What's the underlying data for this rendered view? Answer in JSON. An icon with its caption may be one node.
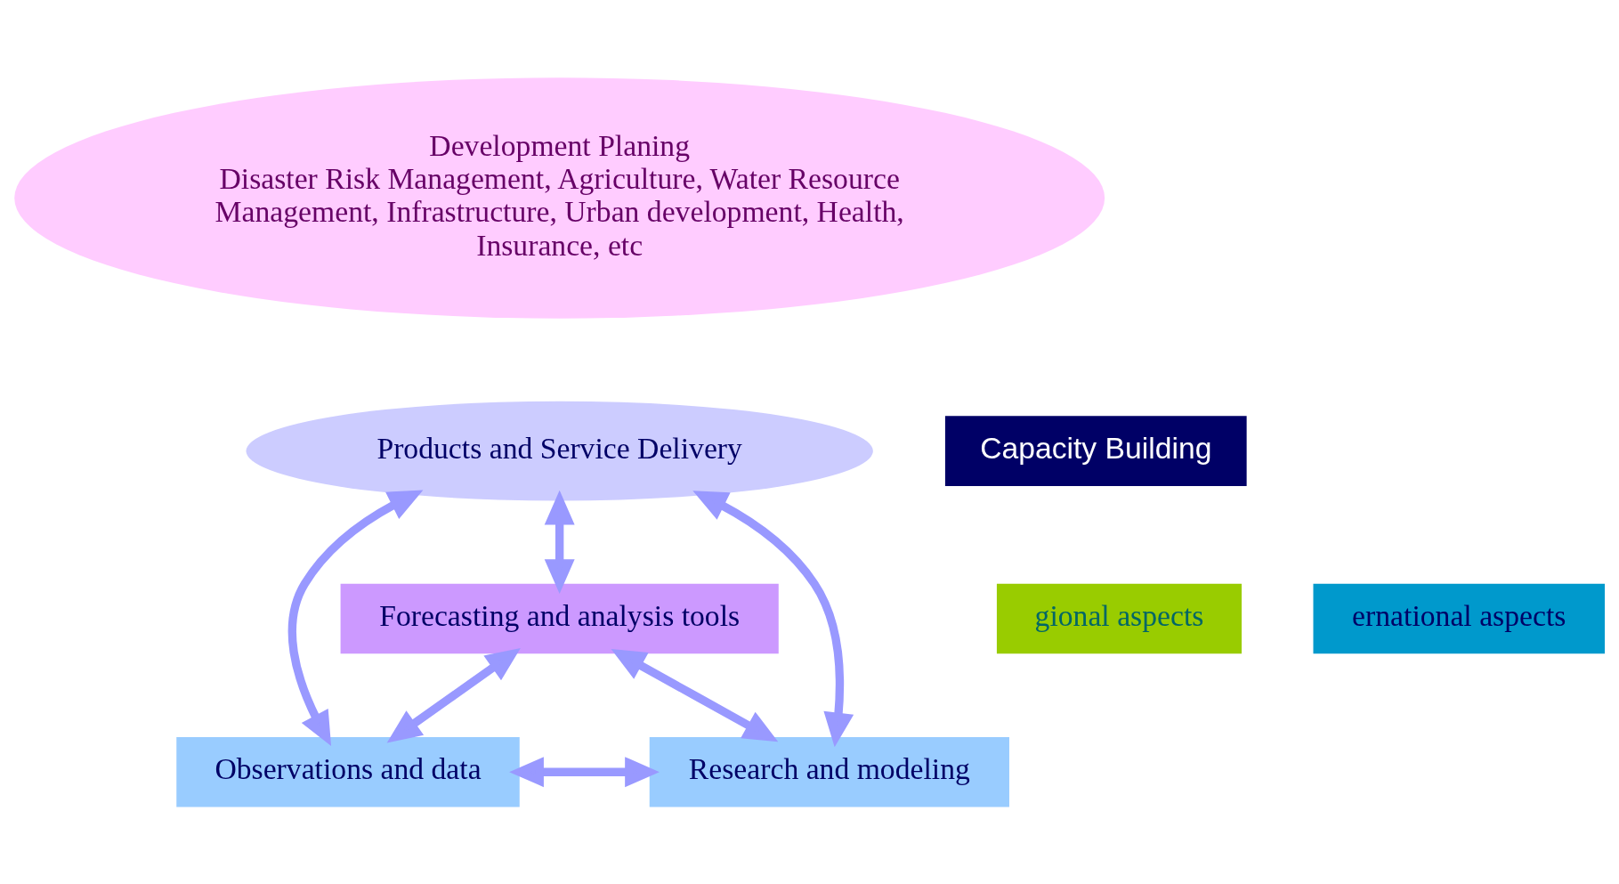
{
  "diagram": {
    "nodes": [
      {
        "text": [
          "Development Planing",
          "Disaster Risk Management, Agriculture, Water Resource Management, Infrastructure, Urban development, Health, Insurance, etc"
        ]
      },
      {
        "text": [
          "Products and Service Delivery"
        ]
      },
      {
        "text": [
          "Capacity Building"
        ]
      },
      {
        "text": [
          "Forecasting and analysis tools"
        ]
      },
      {
        "text": [
          "Observations and data"
        ]
      },
      {
        "text": [
          "Research and modeling"
        ]
      },
      {
        "text": [
          "gional aspects"
        ]
      },
      {
        "text": [
          "ernational aspects"
        ]
      }
    ],
    "edges": [
      {
        "from": 1,
        "to": 3,
        "arrow": "both"
      },
      {
        "from": 1,
        "to": 4,
        "arrow": "both"
      },
      {
        "from": 3,
        "to": 4,
        "arrow": "both"
      },
      {
        "from": 3,
        "to": 5,
        "arrow": "both"
      },
      {
        "from": 1,
        "to": 5,
        "arrow": "both"
      },
      {
        "from": 4,
        "to": 5,
        "arrow": "both"
      }
    ]
  }
}
